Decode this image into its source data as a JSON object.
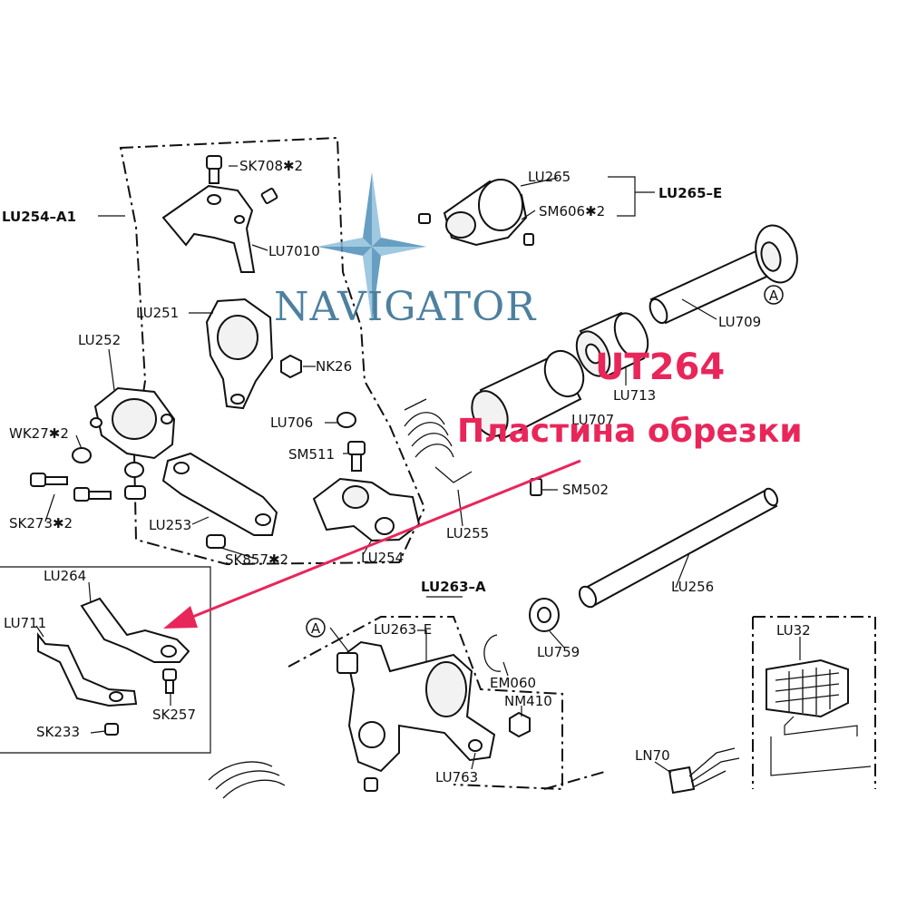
{
  "watermark": {
    "text": "NAVIGATOR",
    "color": "#2f6a8e"
  },
  "annotation": {
    "code": "UT264",
    "name": "Пластина обрезки",
    "color": "#e8265a"
  },
  "labels": {
    "lu254_a1": "LU254–A1",
    "sk708": "SK708✱2",
    "lu265": "LU265",
    "lu265_e": "LU265–E",
    "sm606": "SM606✱2",
    "lu7010": "LU7010",
    "lu251": "LU251",
    "lu252": "LU252",
    "nk26": "NK26",
    "lu709": "LU709",
    "lu713": "LU713",
    "lu707": "LU707",
    "lu706": "LU706",
    "wk27": "WK27✱2",
    "sm511": "SM511",
    "sm502": "SM502",
    "sk273": "SK273✱2",
    "lu253": "LU253",
    "lu255": "LU255",
    "sk857": "SK857✱2",
    "lu254": "LU254",
    "lu264": "LU264",
    "lu711": "LU711",
    "sk257": "SK257",
    "sk233": "SK233",
    "lu263_a": "LU263–A",
    "lu263_e": "LU263–E",
    "lu256": "LU256",
    "lu759": "LU759",
    "em060": "EM060",
    "nm410": "NM410",
    "lu763": "LU763",
    "lu32": "LU32",
    "ln70": "LN70",
    "marker_a": "A"
  }
}
